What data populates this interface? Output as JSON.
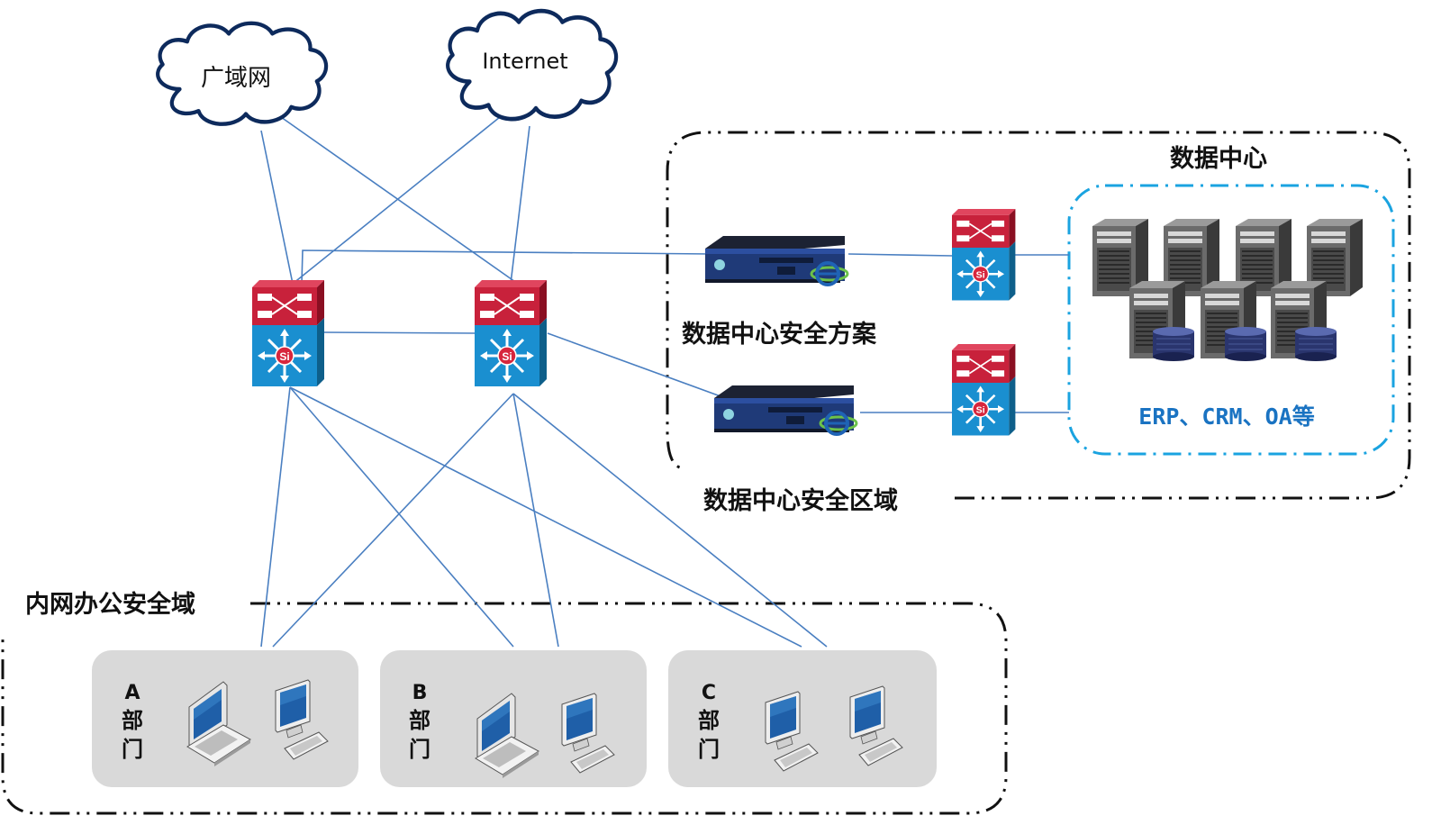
{
  "clouds": {
    "wan": {
      "label": "广域网"
    },
    "internet": {
      "label": "Internet"
    }
  },
  "zones": {
    "datacenter_security_zone": {
      "label": "数据中心安全区域"
    },
    "datacenter_security_solution": {
      "label": "数据中心安全方案"
    },
    "datacenter": {
      "label": "数据中心"
    },
    "office_zone": {
      "label": "内网办公安全域"
    }
  },
  "datacenter_apps": {
    "label": "ERP、CRM、OA等"
  },
  "departments": [
    {
      "letter": "A",
      "line1": "部",
      "line2": "门",
      "devices": [
        "laptop",
        "desktop"
      ]
    },
    {
      "letter": "B",
      "line1": "部",
      "line2": "门",
      "devices": [
        "laptop",
        "desktop"
      ]
    },
    {
      "letter": "C",
      "line1": "部",
      "line2": "门",
      "devices": [
        "desktop",
        "desktop"
      ]
    }
  ],
  "colors": {
    "link": "#4a7fc1",
    "cloud_stroke": "#0d2a5c",
    "switch_top": "#c8213b",
    "switch_bottom": "#1a8fd0",
    "zone_stroke": "#111111",
    "datacenter_inner_stroke": "#1aa3e0",
    "dept_bg": "#d9d9d9",
    "apps_text": "#1a73c2"
  }
}
